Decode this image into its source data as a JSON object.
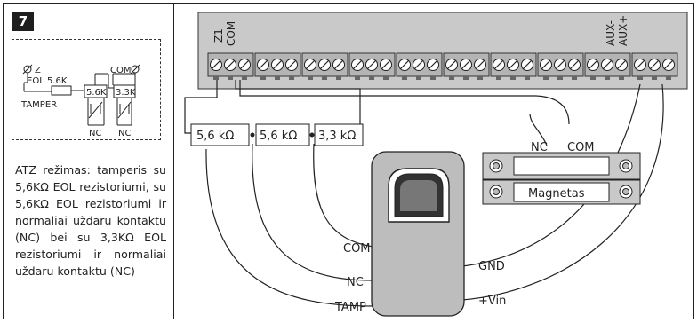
{
  "figure_number": "7",
  "schematic": {
    "z": "Z",
    "com": "COM",
    "eol": "EOL 5.6K",
    "tamper": "TAMPER",
    "r1": "5.6K",
    "r2": "3.3K",
    "nc1": "NC",
    "nc2": "NC"
  },
  "description": "ATZ režimas: tamperis su 5,6KΩ EOL rezistoriumi, su 5,6KΩ EOL rezistoriumi ir normaliai uždaru kontaktu (NC) bei su 3,3KΩ EOL rezistoriumi ir normaliai uždaru kontaktu (NC)",
  "terminals": {
    "z1": "Z1",
    "com": "COM",
    "aux_minus": "AUX-",
    "aux_plus": "AUX+"
  },
  "resistors": [
    "5,6 kΩ",
    "5,6 kΩ",
    "3,3 kΩ"
  ],
  "detector": {
    "com": "COM",
    "nc": "NC",
    "tamp": "TAMP",
    "gnd": "GND",
    "vin": "+Vin"
  },
  "magnet": {
    "nc": "NC",
    "com": "COM",
    "label": "Magnetas"
  },
  "colors": {
    "line": "#222222",
    "board": "#c9c9c9",
    "terminal": "#b4b4b4",
    "detector": "#bdbdbd"
  }
}
